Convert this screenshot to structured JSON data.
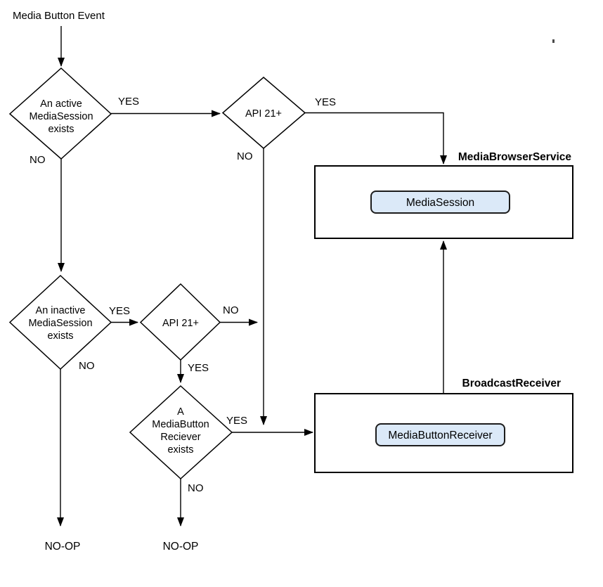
{
  "start": {
    "label": "Media Button Event"
  },
  "decisions": {
    "active_session": {
      "lines": [
        "An active",
        "MediaSession",
        "exists"
      ],
      "yes_label": "YES",
      "no_label": "NO"
    },
    "api21_top": {
      "label": "API 21+",
      "yes_label": "YES",
      "no_label": "NO"
    },
    "inactive_session": {
      "lines": [
        "An inactive",
        "MediaSession",
        "exists"
      ],
      "yes_label": "YES",
      "no_label": "NO"
    },
    "api21_mid": {
      "label": "API 21+",
      "yes_label": "YES",
      "no_label": "NO"
    },
    "media_button_receiver": {
      "lines": [
        "A",
        "MediaButton",
        "Reciever",
        "exists"
      ],
      "yes_label": "YES",
      "no_label": "NO"
    }
  },
  "containers": {
    "media_browser_service": {
      "title": "MediaBrowserService",
      "component": "MediaSession"
    },
    "broadcast_receiver": {
      "title": "BroadcastReceiver",
      "component": "MediaButtonReceiver"
    }
  },
  "terminals": {
    "noop_left": "NO-OP",
    "noop_right": "NO-OP"
  },
  "colors": {
    "component_fill": "#dbe9f8",
    "line": "#000000",
    "background": "#ffffff"
  }
}
